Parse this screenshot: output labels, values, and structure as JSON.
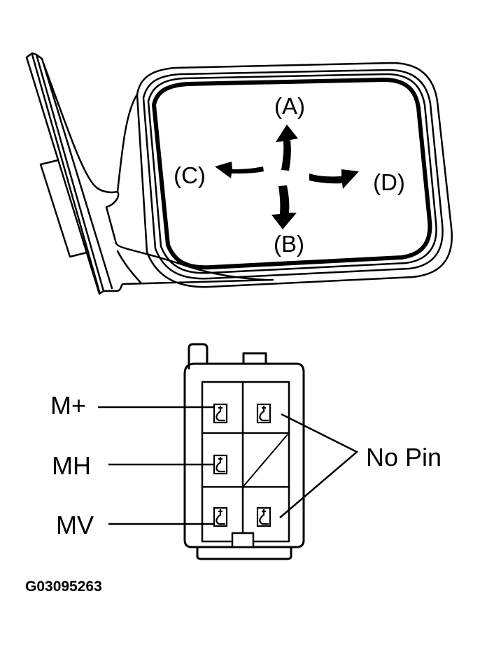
{
  "figure_id": "G03095263",
  "mirror": {
    "directions": [
      {
        "key": "A",
        "label": "(A)",
        "meaning": "up"
      },
      {
        "key": "B",
        "label": "(B)",
        "meaning": "down"
      },
      {
        "key": "C",
        "label": "(C)",
        "meaning": "left"
      },
      {
        "key": "D",
        "label": "(D)",
        "meaning": "right"
      }
    ]
  },
  "connector": {
    "pins": [
      {
        "label": "M+",
        "row": 1,
        "col": "left"
      },
      {
        "label": "MH",
        "row": 2,
        "col": "left"
      },
      {
        "label": "MV",
        "row": 3,
        "col": "left"
      }
    ],
    "no_pin_label": "No Pin",
    "no_pin_positions": [
      {
        "row": 1,
        "col": "right"
      },
      {
        "row": 3,
        "col": "right"
      }
    ],
    "empty_cell": {
      "row": 2,
      "col": "right"
    }
  },
  "colors": {
    "ink": "#000000",
    "paper": "#ffffff"
  }
}
